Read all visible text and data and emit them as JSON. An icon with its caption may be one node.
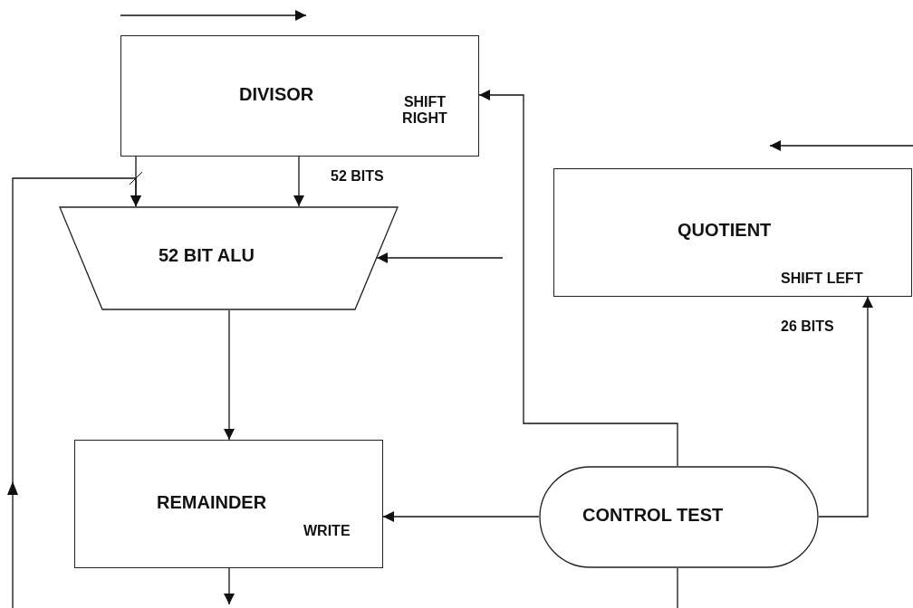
{
  "diagram": {
    "nodes": [
      {
        "text": [
          "DIVISOR",
          "SHIFT RIGHT"
        ]
      },
      {
        "text": [
          "52 BIT ALU"
        ]
      },
      {
        "text": [
          "QUOTIENT",
          "SHIFT LEFT"
        ]
      },
      {
        "text": [
          "REMAINDER",
          "WRITE"
        ]
      },
      {
        "text": [
          "CONTROL TEST"
        ]
      }
    ],
    "edges": [
      {
        "from": 0,
        "to": 1,
        "arrow": "to"
      },
      {
        "from": 0,
        "to": 1,
        "arrow": "to",
        "label": "52 BITS"
      },
      {
        "from": null,
        "to": 1,
        "arrow": "to"
      },
      {
        "from": null,
        "to": 1,
        "arrow": "to"
      },
      {
        "from": 1,
        "to": 3,
        "arrow": "to"
      },
      {
        "from": 4,
        "to": 3,
        "arrow": "to"
      },
      {
        "from": 4,
        "to": 0,
        "arrow": "to"
      },
      {
        "from": 4,
        "to": 2,
        "arrow": "to",
        "label": "26 BITS"
      },
      {
        "from": 3,
        "to": null,
        "arrow": "to"
      },
      {
        "from": 4,
        "to": null,
        "arrow": "none"
      }
    ]
  }
}
